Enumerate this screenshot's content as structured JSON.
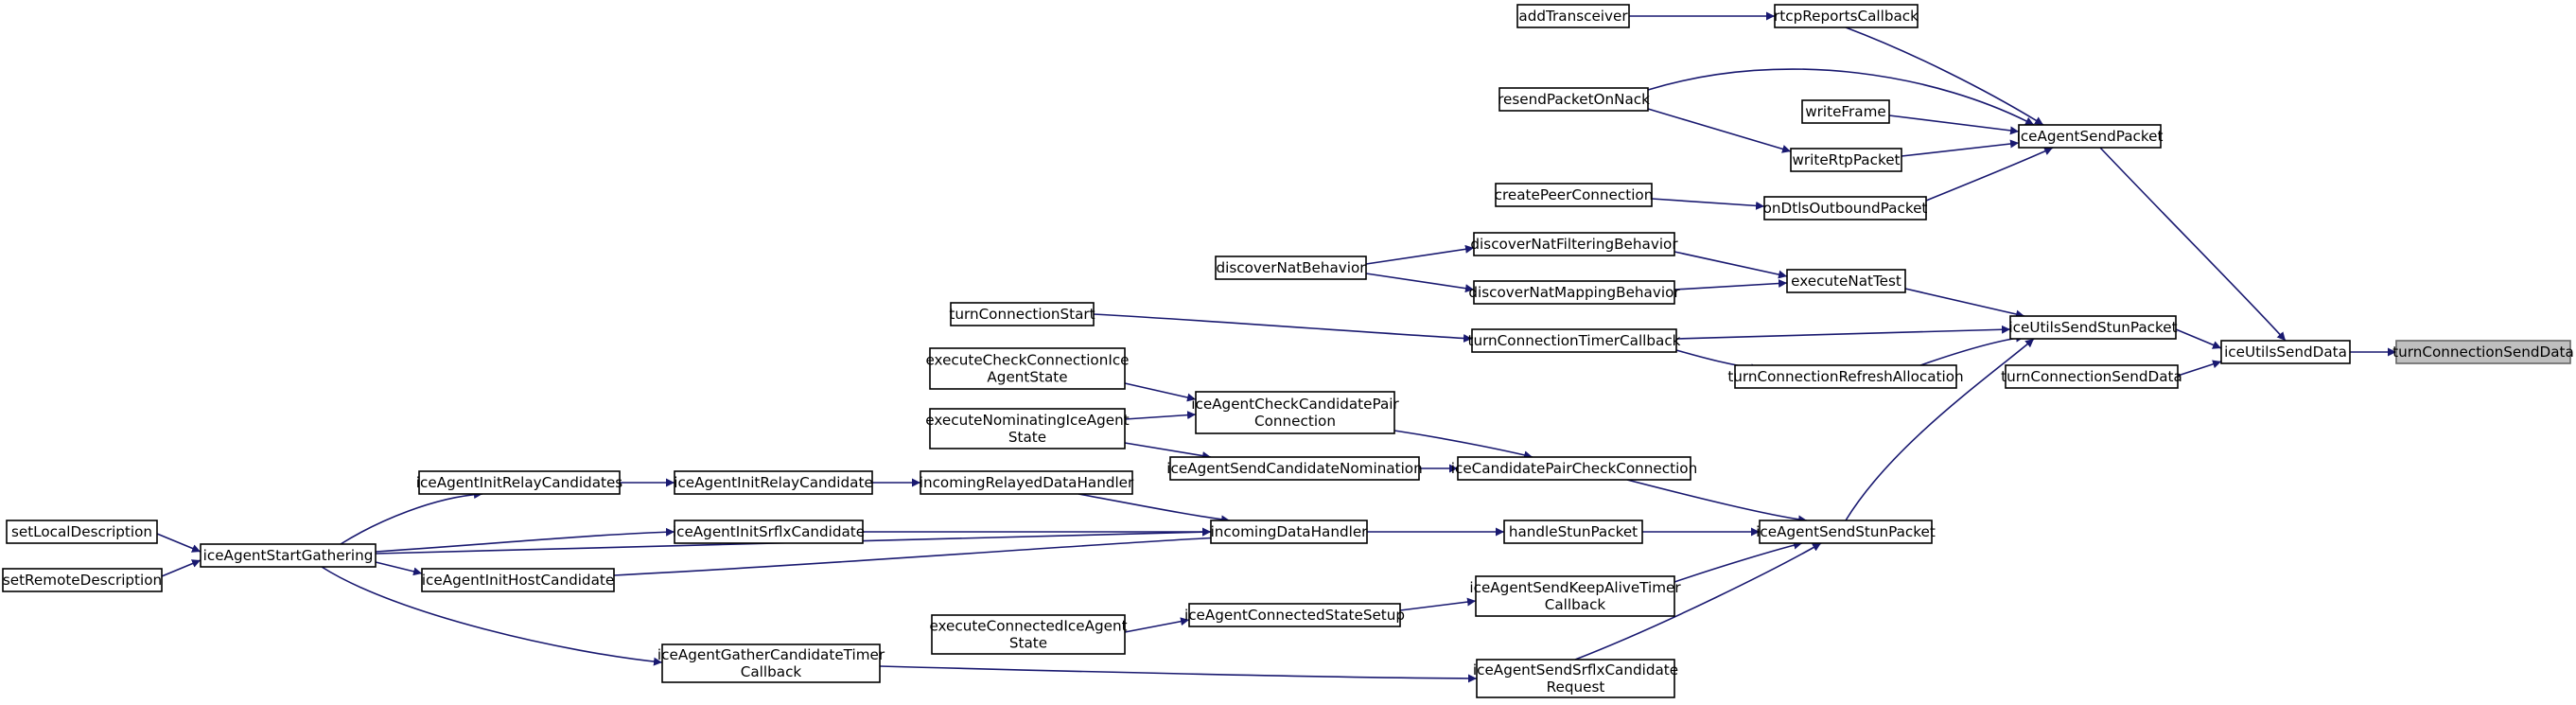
{
  "diagram": {
    "type": "call-graph",
    "root": "turnConnectionSendData",
    "colors": {
      "edge": "#191970",
      "node_border": "#000000",
      "root_fill": "#bfbfbf",
      "root_border": "#666666",
      "node_fill": "#ffffff"
    },
    "nodes": [
      {
        "id": "turnConnectionSendData_root",
        "lines": [
          "turnConnectionSendData"
        ]
      },
      {
        "id": "iceUtilsSendData",
        "lines": [
          "iceUtilsSendData"
        ]
      },
      {
        "id": "iceAgentSendPacket",
        "lines": [
          "iceAgentSendPacket"
        ]
      },
      {
        "id": "iceUtilsSendStunPacket",
        "lines": [
          "iceUtilsSendStunPacket"
        ]
      },
      {
        "id": "turnConnectionSendData2",
        "lines": [
          "turnConnectionSendData"
        ]
      },
      {
        "id": "rtcpReportsCallback",
        "lines": [
          "rtcpReportsCallback"
        ]
      },
      {
        "id": "addTransceiver",
        "lines": [
          "addTransceiver"
        ]
      },
      {
        "id": "resendPacketOnNack",
        "lines": [
          "resendPacketOnNack"
        ]
      },
      {
        "id": "writeFrame",
        "lines": [
          "writeFrame"
        ]
      },
      {
        "id": "writeRtpPacket",
        "lines": [
          "writeRtpPacket"
        ]
      },
      {
        "id": "onDtlsOutboundPacket",
        "lines": [
          "onDtlsOutboundPacket"
        ]
      },
      {
        "id": "createPeerConnection",
        "lines": [
          "createPeerConnection"
        ]
      },
      {
        "id": "executeNatTest",
        "lines": [
          "executeNatTest"
        ]
      },
      {
        "id": "discoverNatFilteringBehavior",
        "lines": [
          "discoverNatFilteringBehavior"
        ]
      },
      {
        "id": "discoverNatMappingBehavior",
        "lines": [
          "discoverNatMappingBehavior"
        ]
      },
      {
        "id": "discoverNatBehavior",
        "lines": [
          "discoverNatBehavior"
        ]
      },
      {
        "id": "turnConnectionTimerCallback",
        "lines": [
          "turnConnectionTimerCallback"
        ]
      },
      {
        "id": "turnConnectionRefreshAllocation",
        "lines": [
          "turnConnectionRefreshAllocation"
        ]
      },
      {
        "id": "turnConnectionStart",
        "lines": [
          "turnConnectionStart"
        ]
      },
      {
        "id": "iceAgentSendStunPacket",
        "lines": [
          "iceAgentSendStunPacket"
        ]
      },
      {
        "id": "iceCandidatePairCheckConnection",
        "lines": [
          "iceCandidatePairCheckConnection"
        ]
      },
      {
        "id": "iceAgentCheckCandidatePairConnection",
        "lines": [
          "iceAgentCheckCandidatePair",
          "Connection"
        ]
      },
      {
        "id": "iceAgentSendCandidateNomination",
        "lines": [
          "iceAgentSendCandidateNomination"
        ]
      },
      {
        "id": "executeCheckConnectionIceAgentState",
        "lines": [
          "executeCheckConnectionIce",
          "AgentState"
        ]
      },
      {
        "id": "executeNominatingIceAgentState",
        "lines": [
          "executeNominatingIceAgent",
          "State"
        ]
      },
      {
        "id": "handleStunPacket",
        "lines": [
          "handleStunPacket"
        ]
      },
      {
        "id": "incomingDataHandler",
        "lines": [
          "incomingDataHandler"
        ]
      },
      {
        "id": "incomingRelayedDataHandler",
        "lines": [
          "incomingRelayedDataHandler"
        ]
      },
      {
        "id": "iceAgentInitRelayCandidate",
        "lines": [
          "iceAgentInitRelayCandidate"
        ]
      },
      {
        "id": "iceAgentInitRelayCandidates",
        "lines": [
          "iceAgentInitRelayCandidates"
        ]
      },
      {
        "id": "iceAgentInitSrflxCandidate",
        "lines": [
          "iceAgentInitSrflxCandidate"
        ]
      },
      {
        "id": "iceAgentInitHostCandidate",
        "lines": [
          "iceAgentInitHostCandidate"
        ]
      },
      {
        "id": "iceAgentStartGathering",
        "lines": [
          "iceAgentStartGathering"
        ]
      },
      {
        "id": "setLocalDescription",
        "lines": [
          "setLocalDescription"
        ]
      },
      {
        "id": "setRemoteDescription",
        "lines": [
          "setRemoteDescription"
        ]
      },
      {
        "id": "iceAgentSendKeepAliveTimerCallback",
        "lines": [
          "iceAgentSendKeepAliveTimer",
          "Callback"
        ]
      },
      {
        "id": "iceAgentConnectedStateSetup",
        "lines": [
          "iceAgentConnectedStateSetup"
        ]
      },
      {
        "id": "executeConnectedIceAgentState",
        "lines": [
          "executeConnectedIceAgent",
          "State"
        ]
      },
      {
        "id": "iceAgentSendSrflxCandidateRequest",
        "lines": [
          "iceAgentSendSrflxCandidate",
          "Request"
        ]
      },
      {
        "id": "iceAgentGatherCandidateTimerCallback",
        "lines": [
          "iceAgentGatherCandidateTimer",
          "Callback"
        ]
      }
    ]
  }
}
